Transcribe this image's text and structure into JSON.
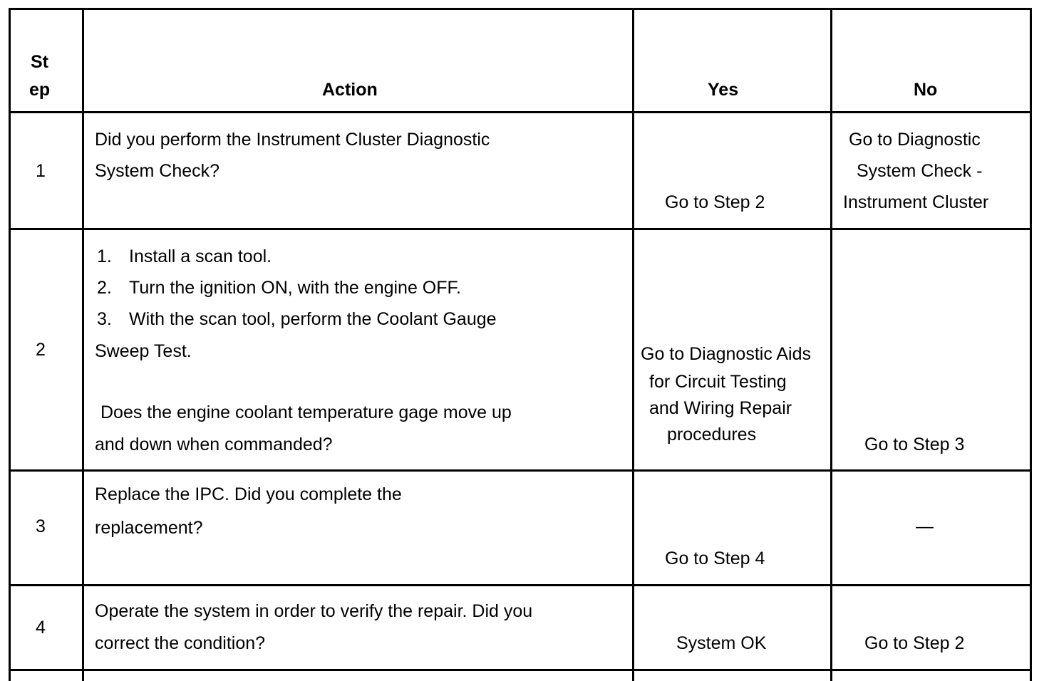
{
  "header": {
    "step_line1": "St",
    "step_line2": "ep",
    "action": "Action",
    "yes": "Yes",
    "no": "No"
  },
  "rows": [
    {
      "step": "1",
      "action_lines": [
        "Did you perform the Instrument Cluster Diagnostic",
        "System Check?"
      ],
      "yes_lines": [
        "Go to Step 2"
      ],
      "no_lines": [
        "Go to Diagnostic",
        "System Check -",
        "Instrument Cluster"
      ]
    },
    {
      "step": "2",
      "action_items": [
        {
          "num": "1.",
          "text": "Install a scan tool."
        },
        {
          "num": "2.",
          "text": "Turn the ignition ON, with the engine OFF."
        },
        {
          "num": "3.",
          "text": "With the scan tool, perform the Coolant Gauge"
        }
      ],
      "action_lines": [
        "Sweep Test.",
        "Does the engine coolant temperature gage move up",
        "and down when commanded?"
      ],
      "yes_lines": [
        "Go to Diagnostic Aids",
        "for Circuit Testing",
        "and Wiring Repair",
        "procedures"
      ],
      "no_lines": [
        "Go to Step 3"
      ]
    },
    {
      "step": "3",
      "action_lines": [
        "Replace the IPC.  Did you complete the",
        "replacement?"
      ],
      "yes_lines": [
        "Go to Step 4"
      ],
      "no_lines": [
        "—"
      ]
    },
    {
      "step": "4",
      "action_lines": [
        "Operate the system in order to verify the repair. Did you",
        "correct the condition?"
      ],
      "yes_lines": [
        "System OK"
      ],
      "no_lines": [
        "Go to Step 2"
      ]
    }
  ]
}
